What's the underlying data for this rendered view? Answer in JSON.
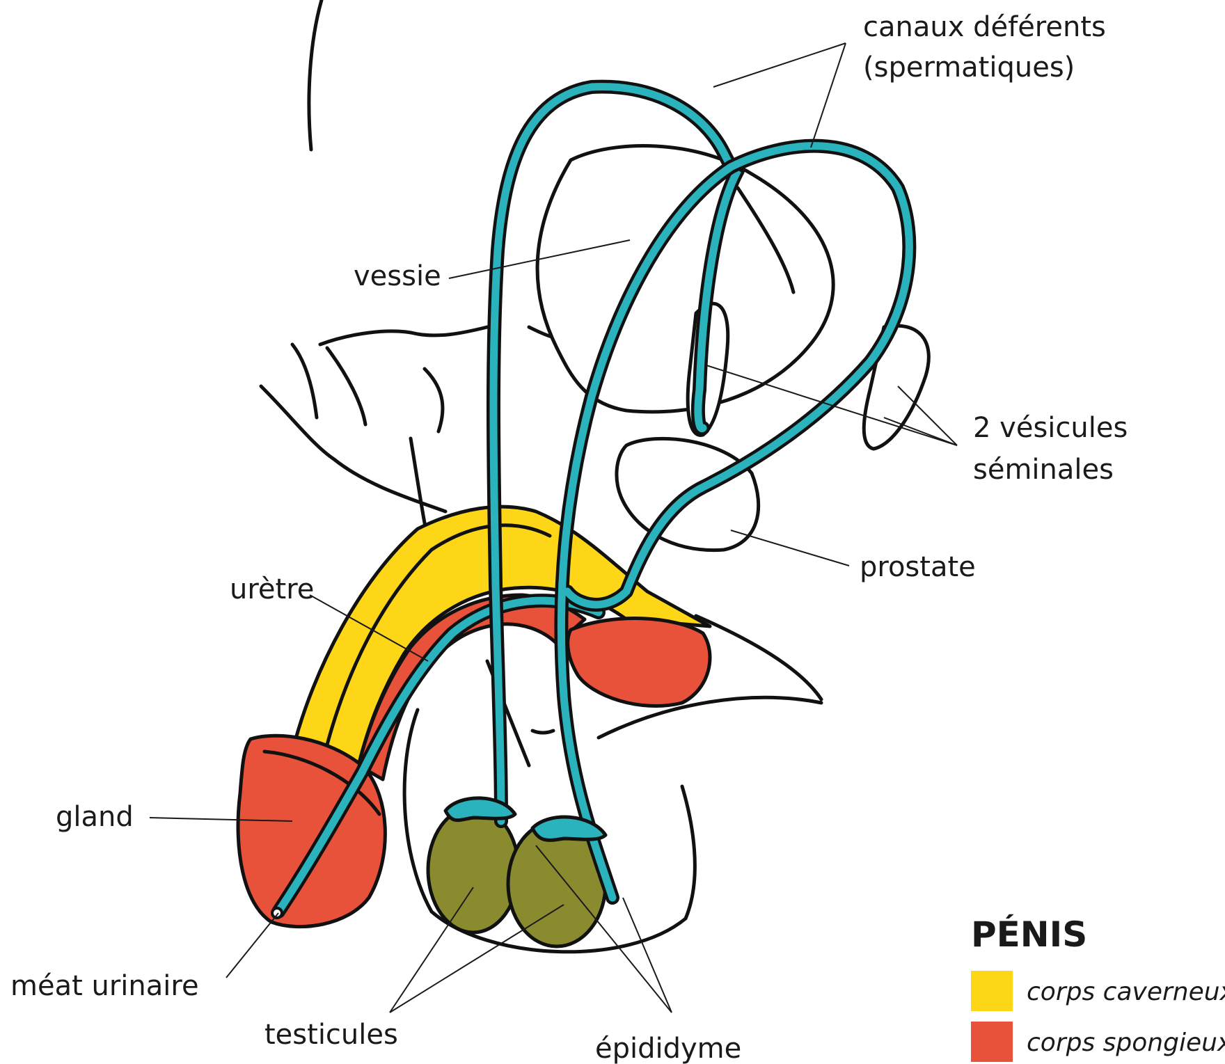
{
  "labels": {
    "canaux": "canaux déférents",
    "canaux_sub": "(spermatiques)",
    "vessie": "vessie",
    "vesicules": "2 vésicules",
    "vesicules_sub": "séminales",
    "prostate": "prostate",
    "uretre": "urètre",
    "gland": "gland",
    "meat": "méat urinaire",
    "testicules": "testicules",
    "epididyme": "épididyme"
  },
  "legend": {
    "title": "PÉNIS",
    "items": [
      {
        "label": "corps caverneux",
        "color": "#fcd617"
      },
      {
        "label": "corps spongieux",
        "color": "#e8513a"
      }
    ]
  },
  "colors": {
    "duct": "#2bb3bd",
    "testicle": "#8a8b2e",
    "cavernous": "#fcd617",
    "spongy": "#e8513a"
  }
}
